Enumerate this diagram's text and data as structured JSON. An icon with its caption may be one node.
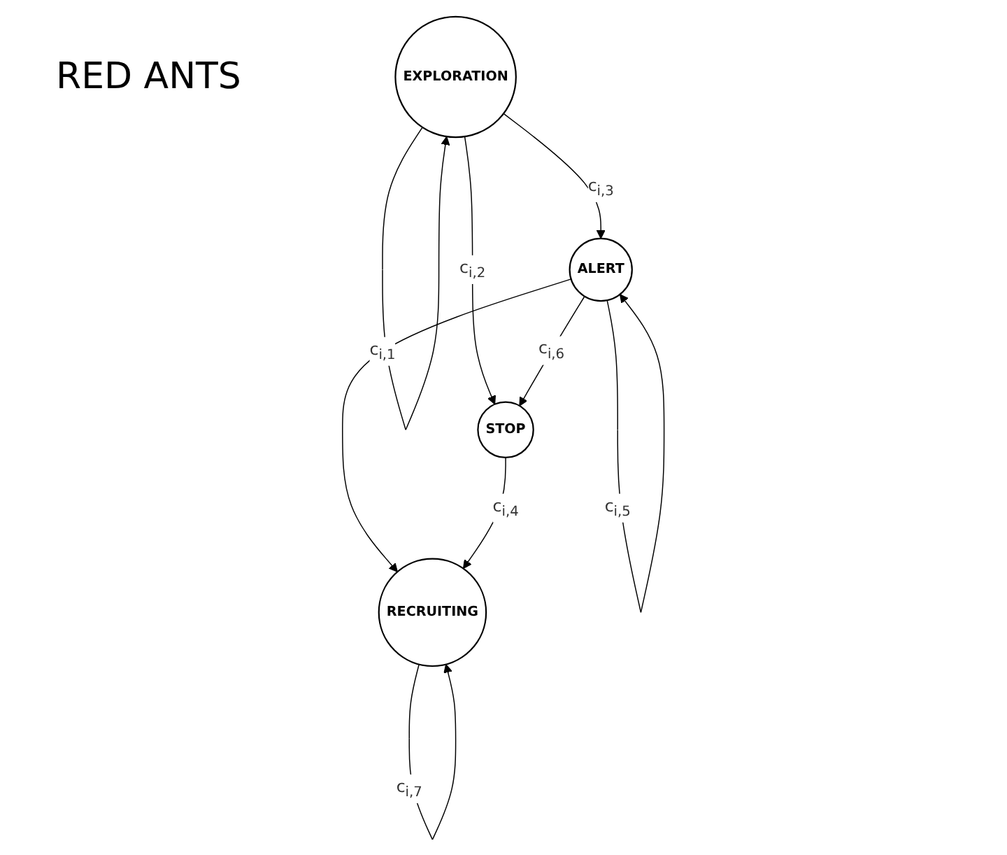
{
  "diagram": {
    "title": "RED ANTS",
    "nodes": [
      {
        "text": [
          "EXPLORATION"
        ]
      },
      {
        "text": [
          "ALERT"
        ]
      },
      {
        "text": [
          "RECRUITING"
        ]
      },
      {
        "text": [
          "STOP"
        ]
      }
    ],
    "edges": [
      {
        "from": 0,
        "to": 0,
        "arrow": "to",
        "label": "c$_{i,1}$"
      },
      {
        "from": 0,
        "to": 1,
        "arrow": "to",
        "label": "c$_{i,3}$"
      },
      {
        "from": 0,
        "to": 3,
        "arrow": "to",
        "label": "c$_{i,2}$"
      },
      {
        "from": 1,
        "to": 1,
        "arrow": "to",
        "label": "c$_{i,5}$"
      },
      {
        "from": 1,
        "to": 2,
        "arrow": "to"
      },
      {
        "from": 2,
        "to": 2,
        "arrow": "to",
        "label": "c$_{i,7}$"
      },
      {
        "from": 1,
        "to": 3,
        "arrow": "to",
        "label": "c$_{i,6}$"
      },
      {
        "from": 3,
        "to": 2,
        "arrow": "to",
        "label": "c$_{i,4}$"
      }
    ]
  }
}
